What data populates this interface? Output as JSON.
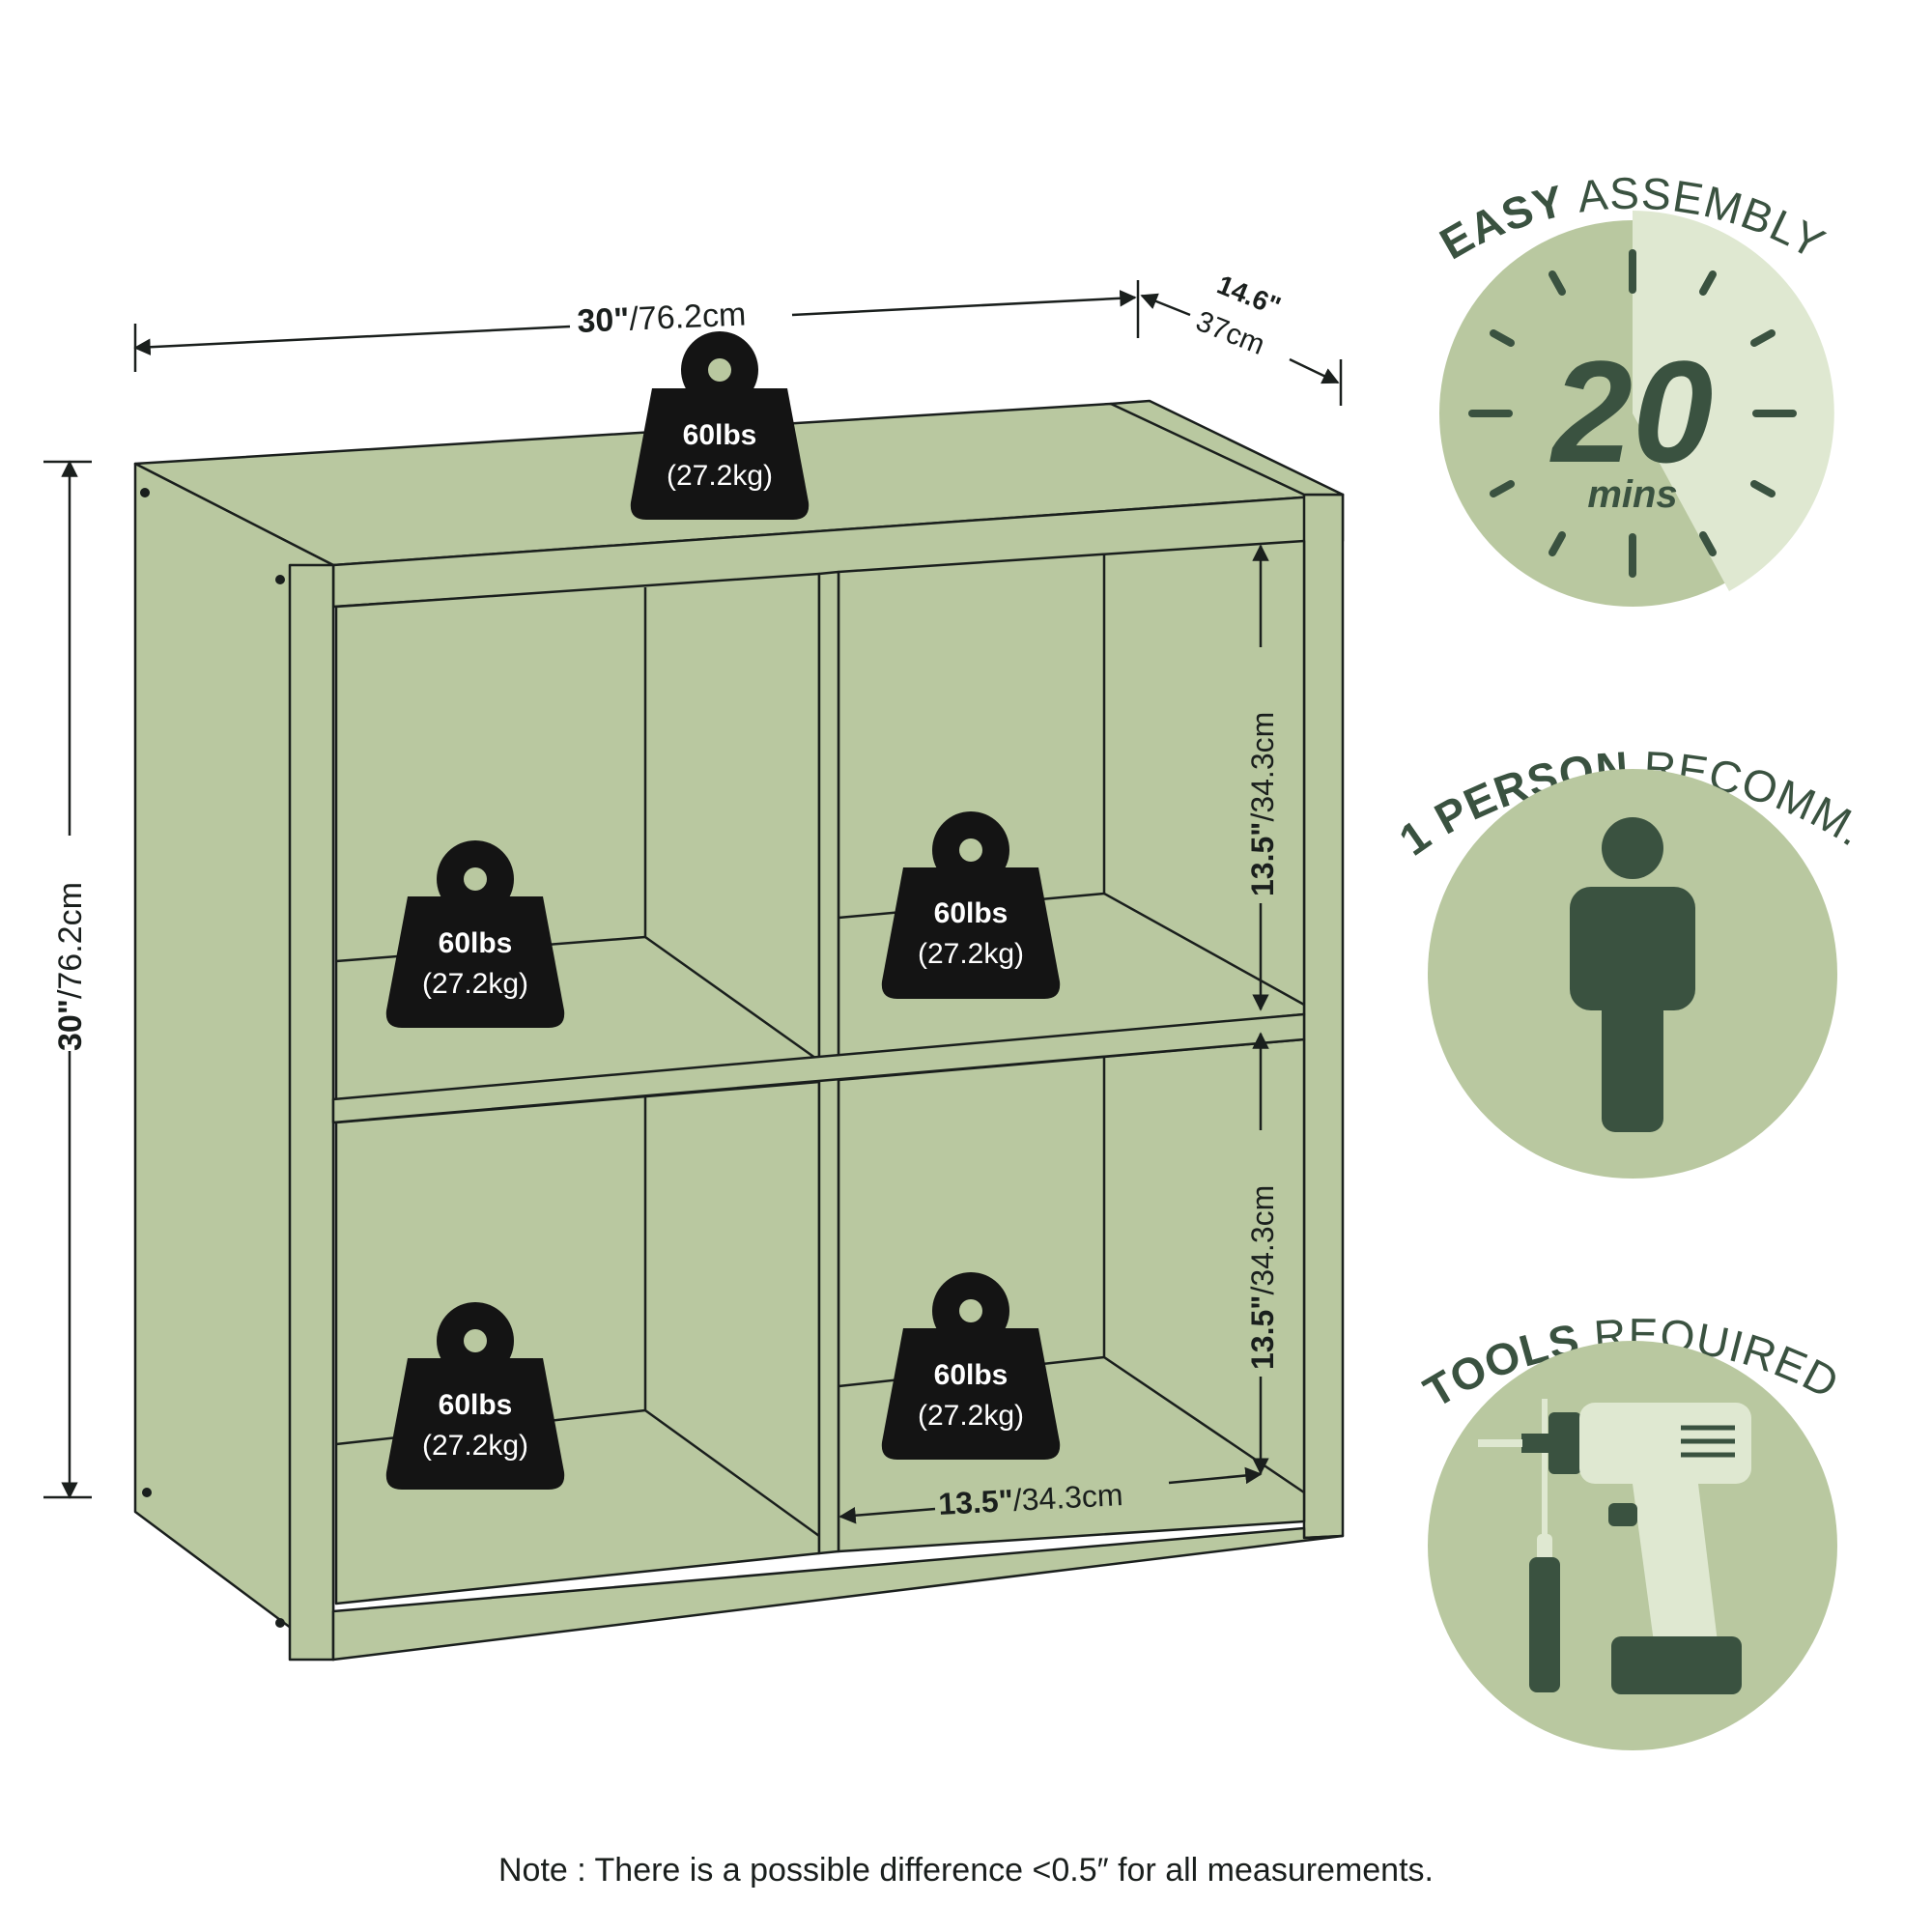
{
  "colors": {
    "shelf_fill": "#b9c8a0",
    "badge_circle": "#b9c8a0",
    "badge_light": "#dfe8d1",
    "dark_green": "#3a5240",
    "line": "#1a1f1d",
    "weight_fill": "#141414"
  },
  "dimensions": {
    "width_bold": "30\"",
    "width_rest": "/76.2cm",
    "height_bold": "30\"",
    "height_rest": "/76.2cm",
    "depth_bold": "14.6\"",
    "depth_rest": "37cm",
    "cube_top_bold": "13.5\"",
    "cube_top_rest": "/34.3cm",
    "cube_bottom_bold": "13.5\"",
    "cube_bottom_rest": "/34.3cm",
    "cube_width_bold": "13.5\"",
    "cube_width_rest": "/34.3cm"
  },
  "weights": [
    {
      "lbs": "60lbs",
      "kg": "(27.2kg)"
    },
    {
      "lbs": "60lbs",
      "kg": "(27.2kg)"
    },
    {
      "lbs": "60lbs",
      "kg": "(27.2kg)"
    },
    {
      "lbs": "60lbs",
      "kg": "(27.2kg)"
    },
    {
      "lbs": "60lbs",
      "kg": "(27.2kg)"
    }
  ],
  "badges": {
    "assembly": {
      "bold": "EASY",
      "light": "ASSEMBLY",
      "number": "20",
      "unit": "mins",
      "icon": "clock-icon"
    },
    "person": {
      "bold": "1 PERSON",
      "light": "RECOMM.",
      "icon": "person-icon"
    },
    "tools": {
      "bold": "TOOLS",
      "light": "REQUIRED",
      "icon": "drill-screwdriver-icon"
    }
  },
  "note": "Note : There is a possible difference <0.5″ for all measurements."
}
